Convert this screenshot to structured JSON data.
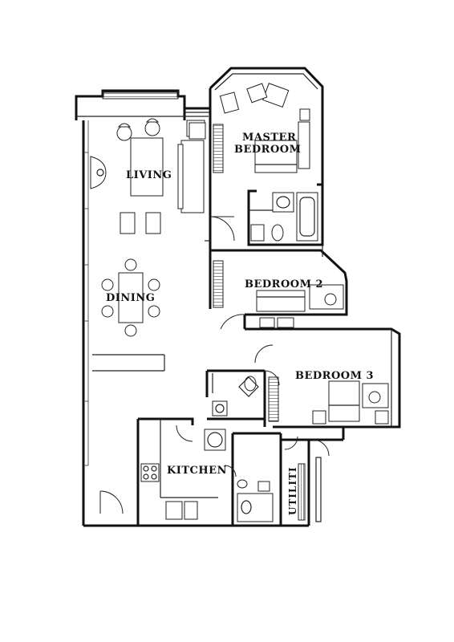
{
  "rooms": {
    "master_bedroom_line1": "MASTER",
    "master_bedroom_line2": "BEDROOM",
    "living": "LIVING",
    "dining": "DINING",
    "bedroom2": "BEDROOM 2",
    "bedroom3": "BEDROOM 3",
    "kitchen": "KITCHEN",
    "utility": "UTILITI"
  }
}
